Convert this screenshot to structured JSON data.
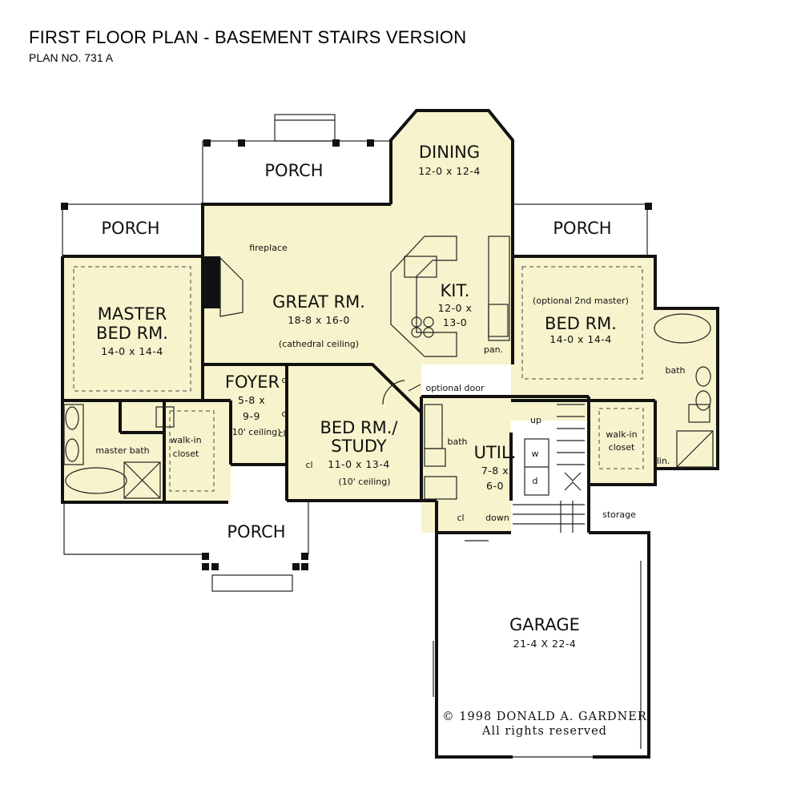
{
  "header": {
    "title": "FIRST FLOOR PLAN - BASEMENT STAIRS VERSION",
    "subtitle": "PLAN NO. 731 A"
  },
  "colors": {
    "interior_fill": "#f7f3cc",
    "wall": "#111111",
    "background": "#ffffff"
  },
  "rooms": {
    "porch_top": "PORCH",
    "porch_left": "PORCH",
    "porch_right": "PORCH",
    "porch_front": "PORCH",
    "dining": {
      "name": "DINING",
      "dims": "12-0 x 12-4"
    },
    "great_room": {
      "name": "GREAT RM.",
      "dims": "18-8 x 16-0",
      "note": "(cathedral ceiling)"
    },
    "kitchen": {
      "name": "KIT.",
      "dims_1": "12-0 x",
      "dims_2": "13-0",
      "pantry": "pan."
    },
    "fireplace": "fireplace",
    "master": {
      "name_1": "MASTER",
      "name_2": "BED RM.",
      "dims": "14-0 x 14-4"
    },
    "bed_right": {
      "note": "(optional 2nd master)",
      "name": "BED RM.",
      "dims": "14-0 x 14-4"
    },
    "foyer": {
      "name": "FOYER",
      "dims_1": "5-8 x",
      "dims_2": "9-9",
      "note": "(10' ceiling)"
    },
    "study": {
      "name_1": "BED RM./",
      "name_2": "STUDY",
      "dims": "11-0 x 13-4",
      "note": "(10' ceiling)"
    },
    "util": {
      "name": "UTIL.",
      "dims_1": "7-8 x",
      "dims_2": "6-0",
      "washer": "w",
      "dryer": "d"
    },
    "garage": {
      "name": "GARAGE",
      "dims": "21-4 X 22-4"
    },
    "small": {
      "master_bath": "master bath",
      "walk_in_1": "walk-in",
      "closet": "closet",
      "bath": "bath",
      "storage": "storage",
      "linen": "lin.",
      "cl": "cl",
      "up": "up",
      "down": "down",
      "optional_door": "optional door"
    }
  },
  "copyright": {
    "line1": "© 1998 DONALD A. GARDNER",
    "line2": "All rights reserved"
  }
}
